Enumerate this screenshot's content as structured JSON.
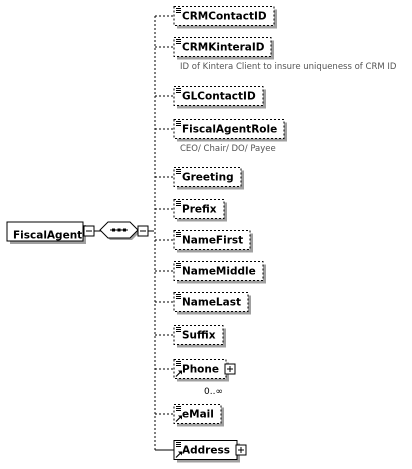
{
  "root": {
    "name": "FiscalAgent"
  },
  "children": [
    {
      "name": "CRMContactID",
      "optional": true,
      "expandable": false,
      "complex": false
    },
    {
      "name": "CRMKinteraID",
      "optional": true,
      "expandable": false,
      "complex": false,
      "doc": "ID of Kintera Client to insure uniqueness of CRM ID"
    },
    {
      "name": "GLContactID",
      "optional": true,
      "expandable": false,
      "complex": false
    },
    {
      "name": "FiscalAgentRole",
      "optional": true,
      "expandable": false,
      "complex": false,
      "doc": "CEO/ Chair/ DO/ Payee"
    },
    {
      "name": "Greeting",
      "optional": true,
      "expandable": false,
      "complex": false
    },
    {
      "name": "Prefix",
      "optional": true,
      "expandable": false,
      "complex": false
    },
    {
      "name": "NameFirst",
      "optional": true,
      "expandable": false,
      "complex": false
    },
    {
      "name": "NameMiddle",
      "optional": true,
      "expandable": false,
      "complex": false
    },
    {
      "name": "NameLast",
      "optional": true,
      "expandable": false,
      "complex": false
    },
    {
      "name": "Suffix",
      "optional": true,
      "expandable": false,
      "complex": false
    },
    {
      "name": "Phone",
      "optional": true,
      "expandable": true,
      "complex": true,
      "multiplicity": "0..∞"
    },
    {
      "name": "eMail",
      "optional": true,
      "expandable": false,
      "complex": true
    },
    {
      "name": "Address",
      "optional": false,
      "expandable": true,
      "complex": true
    }
  ],
  "colors": {
    "line": "#000000",
    "box_fill": "#ffffff",
    "shadow": "#a0a0a0",
    "doc_text": "#555555"
  },
  "icons": [
    "minus-box-icon",
    "plus-box-icon",
    "sequence-icon",
    "element-lines-icon",
    "reference-arrow-icon"
  ]
}
